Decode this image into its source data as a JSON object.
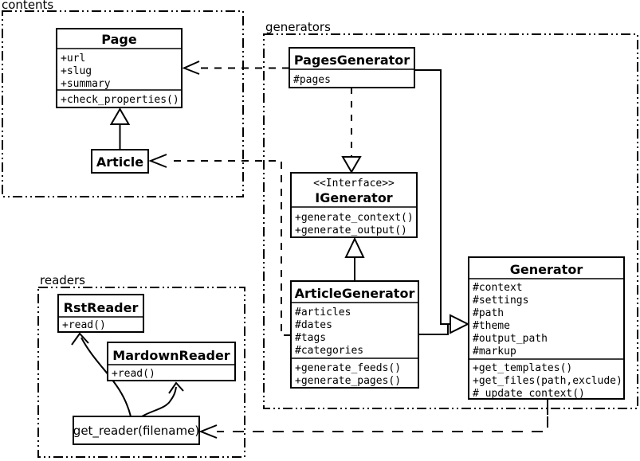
{
  "packages": {
    "contents": {
      "label": "contents"
    },
    "generators": {
      "label": "generators"
    },
    "readers": {
      "label": "readers"
    }
  },
  "classes": {
    "page": {
      "title": "Page",
      "attributes": [
        "+url",
        "+slug",
        "+summary"
      ],
      "methods": [
        "+check_properties()"
      ]
    },
    "article": {
      "title": "Article"
    },
    "pages_generator": {
      "title": "PagesGenerator",
      "attributes": [
        "#pages"
      ]
    },
    "igenerator": {
      "stereotype": "<<Interface>>",
      "title": "IGenerator",
      "methods": [
        "+generate_context()",
        "+generate_output()"
      ]
    },
    "article_generator": {
      "title": "ArticleGenerator",
      "attributes": [
        "#articles",
        "#dates",
        "#tags",
        "#categories"
      ],
      "methods": [
        "+generate_feeds()",
        "+generate_pages()"
      ]
    },
    "generator": {
      "title": "Generator",
      "attributes": [
        "#context",
        "#settings",
        "#path",
        "#theme",
        "#output_path",
        "#markup"
      ],
      "methods": [
        "+get_templates()",
        "+get_files(path,exclude)",
        "#_update_context()"
      ]
    },
    "rst_reader": {
      "title": "RstReader",
      "methods": [
        "+read()"
      ]
    },
    "mardown_reader": {
      "title": "MardownReader",
      "methods": [
        "+read()"
      ]
    },
    "get_reader": {
      "title": "get_reader(filename)"
    }
  },
  "colors": {
    "ink": "#000000",
    "paper": "#ffffff"
  }
}
